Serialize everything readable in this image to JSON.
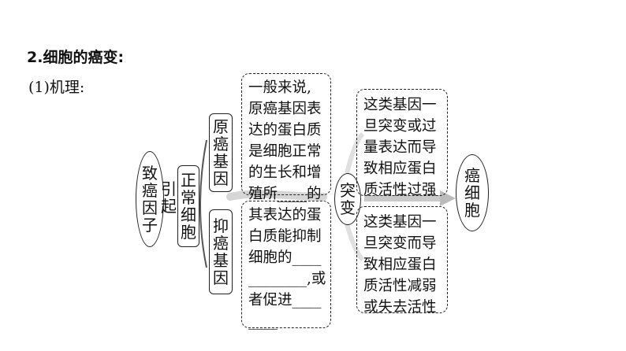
{
  "heading": "2.细胞的癌变:",
  "subheading": "(1)机理:",
  "left_node": "致癌因子",
  "cause_label": "引起",
  "normal_cell": "正常细胞",
  "proto_gene": "原癌基因",
  "suppressor_gene": "抑癌基因",
  "proto_desc_lines": [
    "一般来说,",
    "原癌基因表",
    "达的蛋白质",
    "是细胞正常",
    "的生长和增",
    "殖所____的"
  ],
  "suppressor_desc_lines": [
    "其表达的蛋",
    "白质能抑制",
    "细胞的____",
    "________,或",
    "者促进____",
    "____"
  ],
  "mutation": "突变",
  "proto_result_lines": [
    "这类基因一",
    "旦突变或过",
    "量表达而导",
    "致相应蛋白",
    "质活性过强"
  ],
  "suppressor_result_lines": [
    "这类基因一",
    "旦突变而导",
    "致相应蛋白",
    "质活性减弱",
    "或失去活性"
  ],
  "cancer_cell": "癌细胞"
}
